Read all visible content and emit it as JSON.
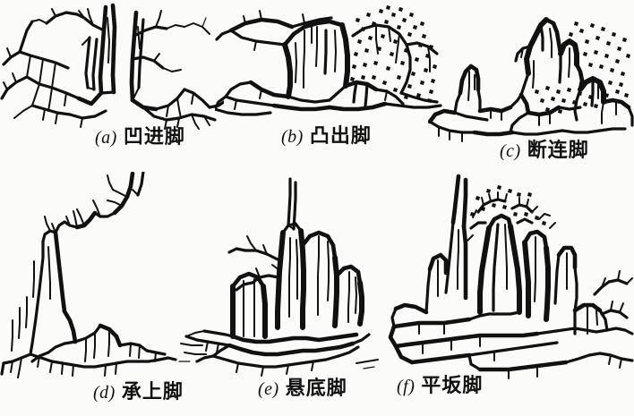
{
  "figure": {
    "background_color": "#fbfbf9",
    "ink_color": "#111111",
    "subject": "Chinese landscape painting instruction: six types of rock-base (foot) forms",
    "panel_count": 6
  },
  "panels": [
    {
      "id": "a",
      "index_label": "(a)",
      "name": "凹进脚",
      "icon": "concave-receding-rock-base"
    },
    {
      "id": "b",
      "index_label": "(b)",
      "name": "凸出脚",
      "icon": "convex-protruding-rock-base"
    },
    {
      "id": "c",
      "index_label": "(c)",
      "name": "断连脚",
      "icon": "broken-connected-rock-base"
    },
    {
      "id": "d",
      "index_label": "(d)",
      "name": "承上脚",
      "icon": "supporting-upper-rock-base"
    },
    {
      "id": "e",
      "index_label": "(e)",
      "name": "悬底脚",
      "icon": "overhanging-bottom-rock-base"
    },
    {
      "id": "f",
      "index_label": "(f)",
      "name": "平坂脚",
      "icon": "flat-slab-rock-base"
    }
  ]
}
